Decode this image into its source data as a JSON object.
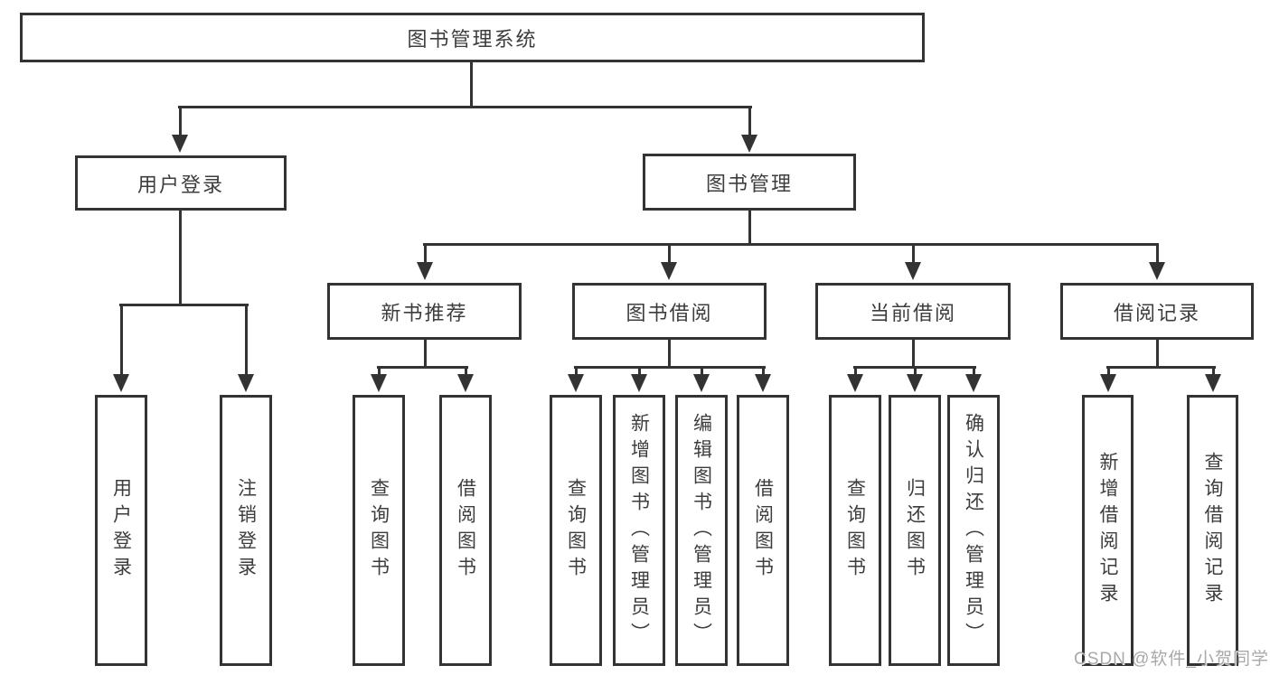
{
  "colors": {
    "line": "#333333",
    "text": "#3d3d3d",
    "background": "#ffffff",
    "watermark": "#a8a8a8"
  },
  "nodes": {
    "root": {
      "label": "图书管理系统"
    },
    "user_login_branch": {
      "label": "用户登录"
    },
    "book_management_branch": {
      "label": "图书管理"
    },
    "new_book_recommend": {
      "label": "新书推荐"
    },
    "book_borrowing": {
      "label": "图书借阅"
    },
    "current_borrowing": {
      "label": "当前借阅"
    },
    "borrowing_records": {
      "label": "借阅记录"
    }
  },
  "leaves": [
    {
      "label": "用户登录",
      "parent": "用户登录"
    },
    {
      "label": "注销登录",
      "parent": "用户登录"
    },
    {
      "label": "查询图书",
      "parent": "新书推荐"
    },
    {
      "label": "借阅图书",
      "parent": "新书推荐"
    },
    {
      "label": "查询图书",
      "parent": "图书借阅"
    },
    {
      "label": "新增图书（管理员）",
      "parent": "图书借阅"
    },
    {
      "label": "编辑图书（管理员）",
      "parent": "图书借阅"
    },
    {
      "label": "借阅图书",
      "parent": "图书借阅"
    },
    {
      "label": "查询图书",
      "parent": "当前借阅"
    },
    {
      "label": "归还图书",
      "parent": "当前借阅"
    },
    {
      "label": "确认归还（管理员）",
      "parent": "当前借阅"
    },
    {
      "label": "新增借阅记录",
      "parent": "借阅记录"
    },
    {
      "label": "查询借阅记录",
      "parent": "借阅记录"
    }
  ],
  "watermark": {
    "text": "CSDN @软件_小贺同学"
  }
}
